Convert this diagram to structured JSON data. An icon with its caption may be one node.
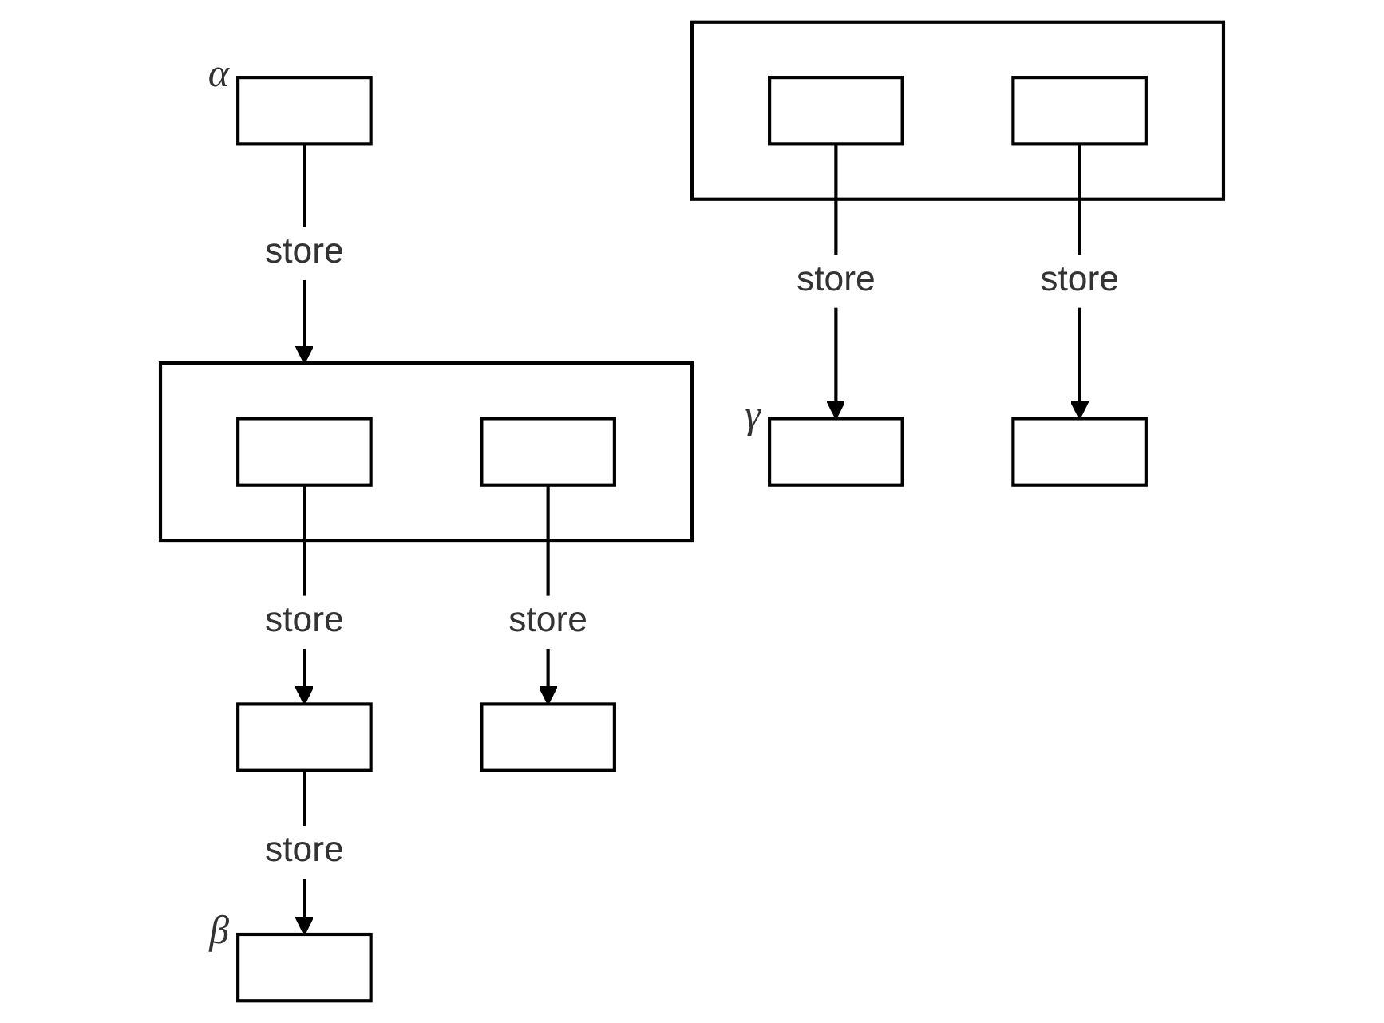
{
  "diagram": {
    "nodes": [
      {
        "text": [],
        "shape": "box",
        "beside": [
          "α"
        ]
      },
      {
        "text": [],
        "shape": "box"
      },
      {
        "text": [],
        "shape": "box",
        "in": 1
      },
      {
        "text": [],
        "shape": "box",
        "in": 1
      },
      {
        "text": [],
        "shape": "box"
      },
      {
        "text": [],
        "shape": "box"
      },
      {
        "text": [],
        "shape": "box",
        "beside": [
          "β"
        ]
      },
      {
        "text": [],
        "shape": "box"
      },
      {
        "text": [],
        "shape": "box",
        "in": 7
      },
      {
        "text": [],
        "shape": "box",
        "in": 7
      },
      {
        "text": [],
        "shape": "box",
        "beside": [
          "γ"
        ]
      },
      {
        "text": [],
        "shape": "box"
      }
    ],
    "edges": [
      {
        "from": 0,
        "to": 1,
        "arrow": "to",
        "label": "store"
      },
      {
        "from": 2,
        "to": 4,
        "arrow": "to",
        "label": "store"
      },
      {
        "from": 3,
        "to": 5,
        "arrow": "to",
        "label": "store"
      },
      {
        "from": 4,
        "to": 6,
        "arrow": "to",
        "label": "store"
      },
      {
        "from": 8,
        "to": 10,
        "arrow": "to",
        "label": "store"
      },
      {
        "from": 9,
        "to": 11,
        "arrow": "to",
        "label": "store"
      }
    ]
  }
}
